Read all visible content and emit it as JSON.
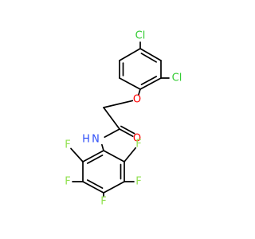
{
  "molecule": {
    "atoms": [
      {
        "id": "cl_top",
        "symbol": "Cl",
        "color": "#33cc33"
      },
      {
        "id": "cl_right",
        "symbol": "Cl",
        "color": "#33cc33"
      },
      {
        "id": "o_ether",
        "symbol": "O",
        "color": "#ff0000"
      },
      {
        "id": "o_carbonyl",
        "symbol": "O",
        "color": "#ff0000"
      },
      {
        "id": "n_amide",
        "symbol": "N",
        "color": "#3050f8"
      },
      {
        "id": "h_amide",
        "symbol": "H",
        "color": "#3050f8"
      },
      {
        "id": "f_left",
        "symbol": "F",
        "color": "#90e050"
      },
      {
        "id": "f_right",
        "symbol": "F",
        "color": "#90e050"
      },
      {
        "id": "f_lower_left",
        "symbol": "F",
        "color": "#90e050"
      },
      {
        "id": "f_lower_right",
        "symbol": "F",
        "color": "#90e050"
      },
      {
        "id": "f_bottom",
        "symbol": "F",
        "color": "#90e050"
      }
    ],
    "bond_color": "#000000"
  }
}
